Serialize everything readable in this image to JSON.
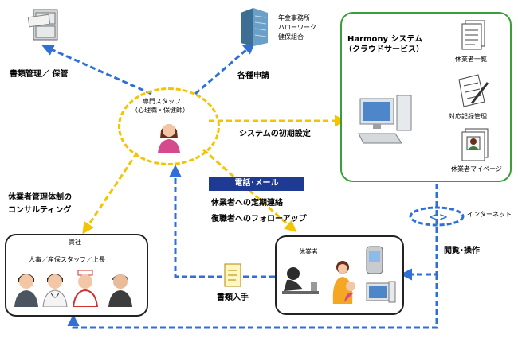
{
  "staff": {
    "title": "専門スタッフ",
    "subtitle": "（心理職・保健師）"
  },
  "document_mgmt": "書類管理／ 保管",
  "applications": {
    "label": "各種申請",
    "orgs": [
      "年金事務所",
      "ハローワーク",
      "健保組合"
    ]
  },
  "harmony": {
    "title": "Harmony システム",
    "subtitle": "（クラウドサービス）",
    "docs": [
      "休業者一覧",
      "対応記録管理",
      "休業者マイページ"
    ]
  },
  "initial_setup": "システムの初期設定",
  "consulting": [
    "休業者管理体制の",
    "コンサルティング"
  ],
  "phone_mail": "電話･メール",
  "regular_contact": "休業者への定期連絡",
  "followup": "復職者へのフォローアップ",
  "internet": "インターネット",
  "company": {
    "title": "貴社",
    "roles": "人事／産保スタッフ／上長"
  },
  "employee": {
    "title": "休業者"
  },
  "doc_receipt": "書類入手",
  "view_operate": "閲覧･操作",
  "colors": {
    "yellow": "#f4c400",
    "blue": "#2f6fd6",
    "green": "#3a9e3a",
    "navy": "#1f3a93"
  }
}
